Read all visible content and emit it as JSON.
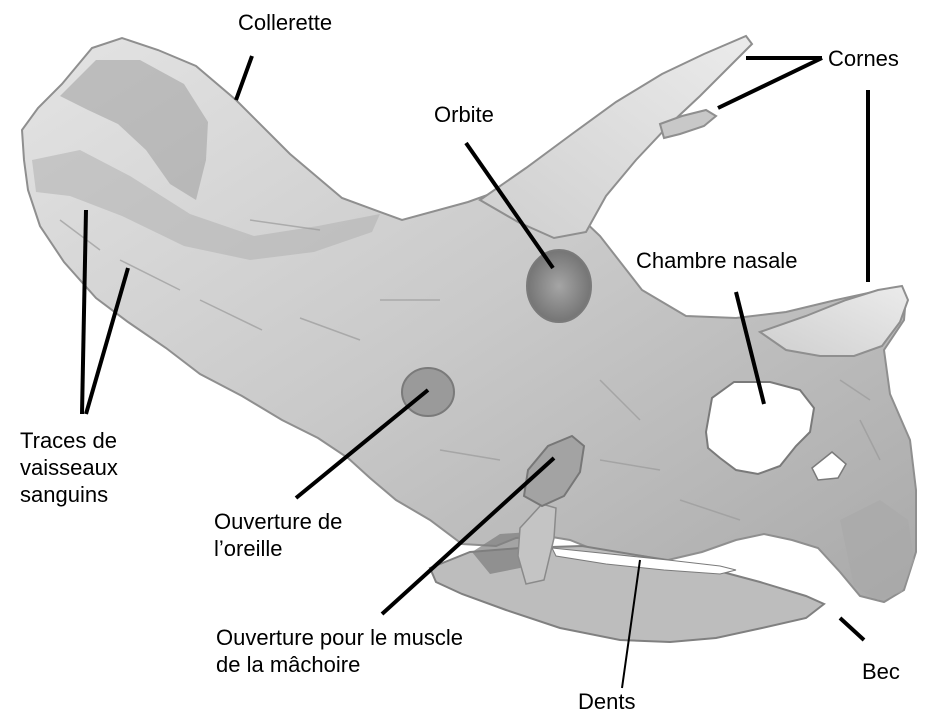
{
  "colors": {
    "background": "#ffffff",
    "bone_light": "#d9d9d9",
    "bone_mid": "#b5b5b5",
    "bone_shadow": "#8a8a8a",
    "bone_dark": "#5e5e5e",
    "leader_line": "#000000",
    "label_text": "#000000"
  },
  "labels": {
    "collerette": "Collerette",
    "cornes": "Cornes",
    "orbite": "Orbite",
    "chambre_nasale": "Chambre nasale",
    "traces": [
      "Traces de",
      "vaisseaux",
      "sanguins"
    ],
    "oreille": [
      "Ouverture de",
      "l’oreille"
    ],
    "muscle": [
      "Ouverture pour le muscle",
      "de la mâchoire"
    ],
    "dents": "Dents",
    "bec": "Bec"
  }
}
